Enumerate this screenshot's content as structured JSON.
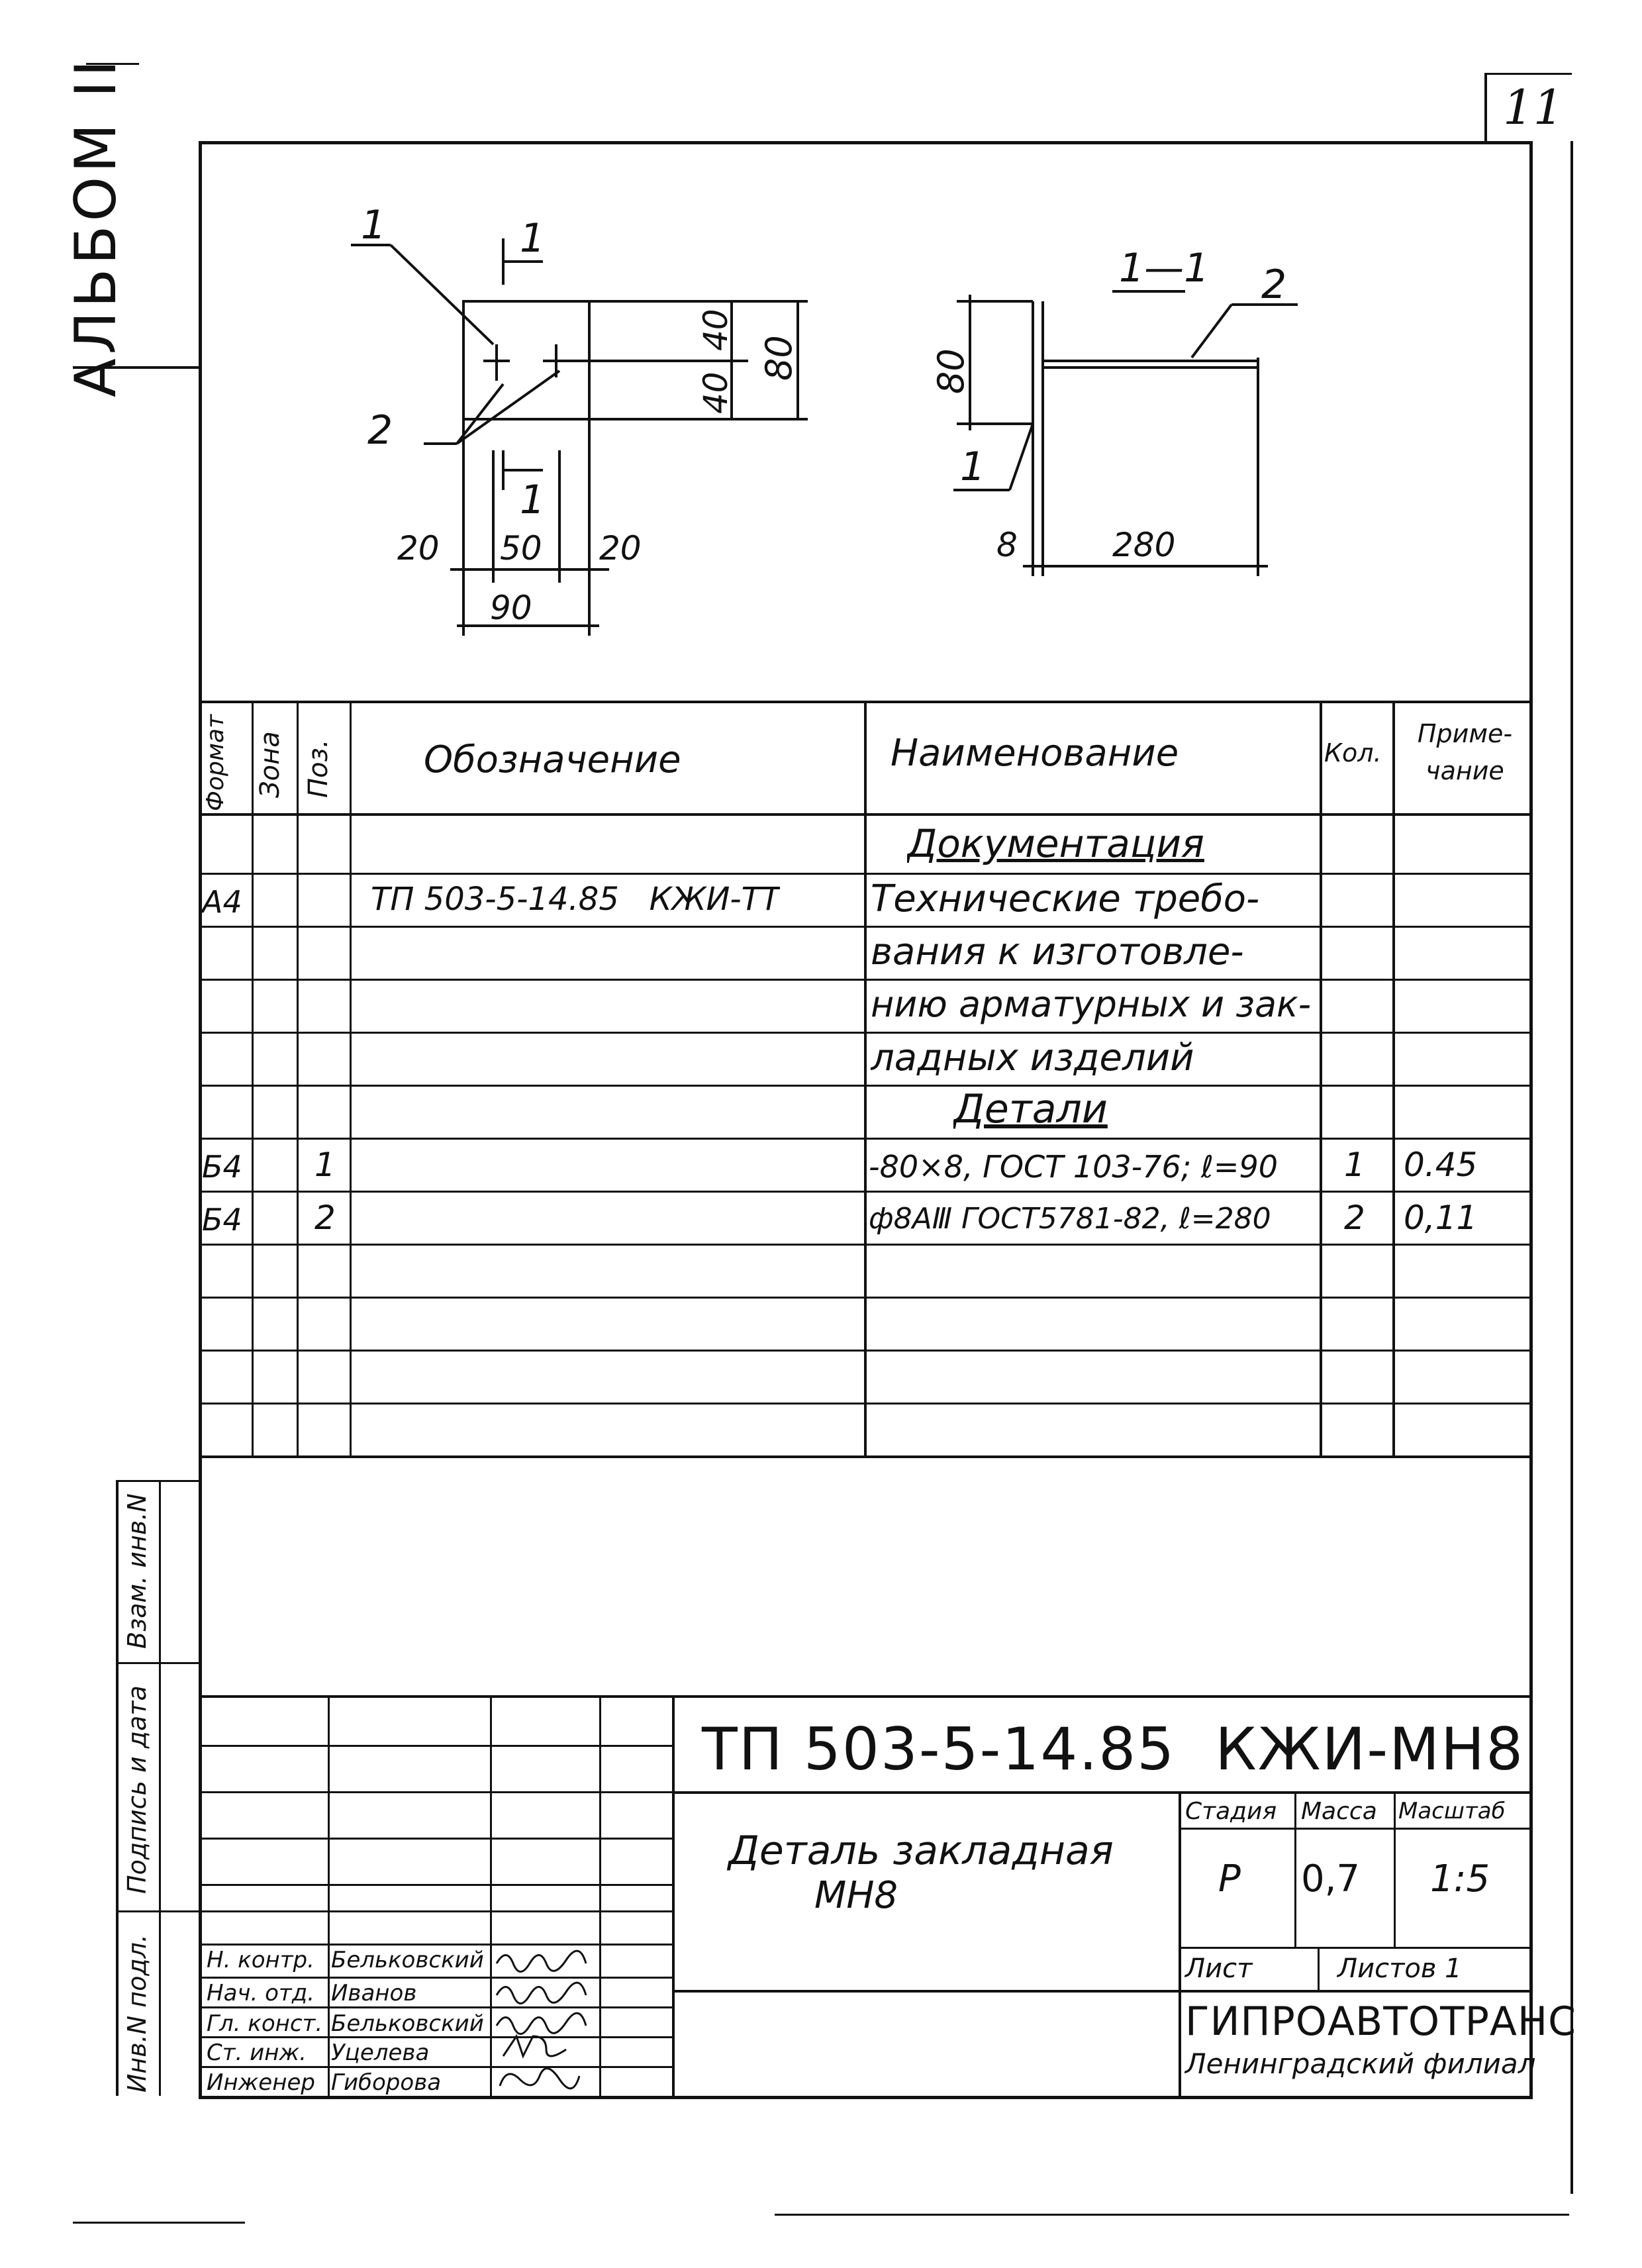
{
  "sheet_number": "11",
  "album_label": "АЛЬБОМ II",
  "drawing": {
    "plan_view": {
      "section_mark": "1",
      "section_mark_bottom": "1",
      "callout_plate": "1",
      "callout_rods": "2",
      "dim_top": "40",
      "dim_bottom": "40",
      "dim_height": "80",
      "dim_left": "20",
      "dim_mid": "50",
      "dim_right": "20",
      "dim_width": "90"
    },
    "section_view": {
      "title": "1—1",
      "callout_rod": "2",
      "callout_plate": "1",
      "dim_height": "80",
      "dim_thickness": "8",
      "dim_length": "280"
    }
  },
  "spec_table": {
    "headers": {
      "format": "Формат",
      "zone": "Зона",
      "pos": "Поз.",
      "designation": "Обозначение",
      "name": "Наименование",
      "qty": "Кол.",
      "note": "Приме-\nчание"
    },
    "rows": [
      {
        "format": "",
        "zone": "",
        "pos": "",
        "designation": "",
        "name": "Документация",
        "qty": "",
        "note": ""
      },
      {
        "format": "А4",
        "zone": "",
        "pos": "",
        "designation": "ТП 503-5-14.85   КЖИ-ТТ",
        "name": "Технические требо-",
        "qty": "",
        "note": ""
      },
      {
        "format": "",
        "zone": "",
        "pos": "",
        "designation": "",
        "name": "вания к изготовле-",
        "qty": "",
        "note": ""
      },
      {
        "format": "",
        "zone": "",
        "pos": "",
        "designation": "",
        "name": "нию арматурных и зак-",
        "qty": "",
        "note": ""
      },
      {
        "format": "",
        "zone": "",
        "pos": "",
        "designation": "",
        "name": "ладных изделий",
        "qty": "",
        "note": ""
      },
      {
        "format": "",
        "zone": "",
        "pos": "",
        "designation": "",
        "name": "Детали",
        "qty": "",
        "note": ""
      },
      {
        "format": "Б4",
        "zone": "",
        "pos": "1",
        "designation": "",
        "name": "-80×8, ГОСТ 103-76; ℓ=90",
        "qty": "1",
        "note": "0.45"
      },
      {
        "format": "Б4",
        "zone": "",
        "pos": "2",
        "designation": "",
        "name": "ф8АⅢ ГОСТ5781-82, ℓ=280",
        "qty": "2",
        "note": "0,11"
      },
      {
        "format": "",
        "zone": "",
        "pos": "",
        "designation": "",
        "name": "",
        "qty": "",
        "note": ""
      },
      {
        "format": "",
        "zone": "",
        "pos": "",
        "designation": "",
        "name": "",
        "qty": "",
        "note": ""
      },
      {
        "format": "",
        "zone": "",
        "pos": "",
        "designation": "",
        "name": "",
        "qty": "",
        "note": ""
      }
    ]
  },
  "side_labels": {
    "inv_replace": "Взам. инв.N",
    "sign_date": "Подпись и дата",
    "inv_orig": "Инв.N подл."
  },
  "title_block": {
    "doc_code": "ТП 503-5-14.85  КЖИ-МН8",
    "title_line1": "Деталь закладная",
    "title_line2": "МН8",
    "stage_label": "Стадия",
    "mass_label": "Масса",
    "scale_label": "Масштаб",
    "stage": "Р",
    "mass": "0,7",
    "scale": "1:5",
    "sheet_label": "Лист",
    "sheets_label": "Листов 1",
    "org": "ГИПРОАВТОТРАНС",
    "org_branch": "Ленинградский филиал",
    "staff": [
      {
        "role": "Н. контр.",
        "name": "Бельковский"
      },
      {
        "role": "Нач. отд.",
        "name": "Иванов"
      },
      {
        "role": "Гл. конст.",
        "name": "Бельковский"
      },
      {
        "role": "Ст. инж.",
        "name": "Уцелева"
      },
      {
        "role": "Инженер",
        "name": "Гиборова"
      }
    ]
  }
}
